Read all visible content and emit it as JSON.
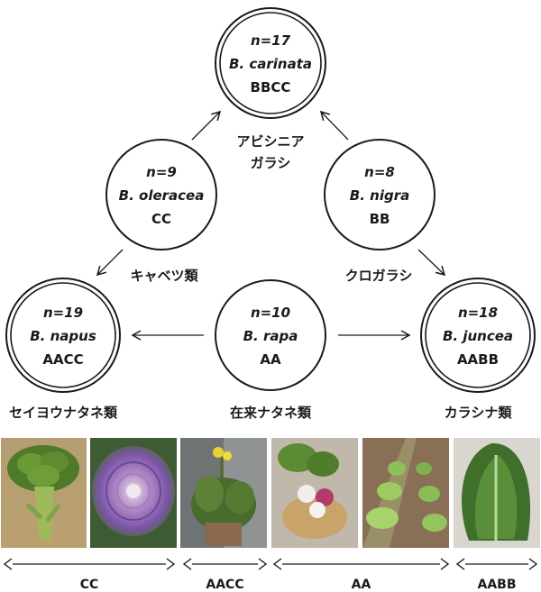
{
  "species": [
    {
      "id": "carinata",
      "n": "n=17",
      "name": "B. carinata",
      "genome": "BBCC",
      "jp": [
        "アビシニア",
        "ガラシ"
      ]
    },
    {
      "id": "oleracea",
      "n": "n=9",
      "name": "B. oleracea",
      "genome": "CC",
      "jp": [
        "キャベツ類"
      ]
    },
    {
      "id": "nigra",
      "n": "n=8",
      "name": "B. nigra",
      "genome": "BB",
      "jp": [
        "クロガラシ"
      ]
    },
    {
      "id": "napus",
      "n": "n=19",
      "name": "B. napus",
      "genome": "AACC",
      "jp": [
        "セイヨウナタネ類"
      ]
    },
    {
      "id": "rapa",
      "n": "n=10",
      "name": "B. rapa",
      "genome": "AA",
      "jp": [
        "在来ナタネ類"
      ]
    },
    {
      "id": "juncea",
      "n": "n=18",
      "name": "B. juncea",
      "genome": "AABB",
      "jp": [
        "カラシナ類"
      ]
    }
  ],
  "photos": [
    {
      "name": "broccoli-photo",
      "group": "CC"
    },
    {
      "name": "ornamental-kale-photo",
      "group": "CC"
    },
    {
      "name": "rapeseed-plant-photo",
      "group": "AACC"
    },
    {
      "name": "turnip-photo",
      "group": "AA"
    },
    {
      "name": "leafy-rows-photo",
      "group": "AA"
    },
    {
      "name": "mustard-greens-photo",
      "group": "AABB"
    }
  ],
  "groups": [
    {
      "label": "CC"
    },
    {
      "label": "AACC"
    },
    {
      "label": "AA"
    },
    {
      "label": "AABB"
    }
  ],
  "colors": {
    "ink": "#1a1a1a",
    "background": "#ffffff"
  }
}
